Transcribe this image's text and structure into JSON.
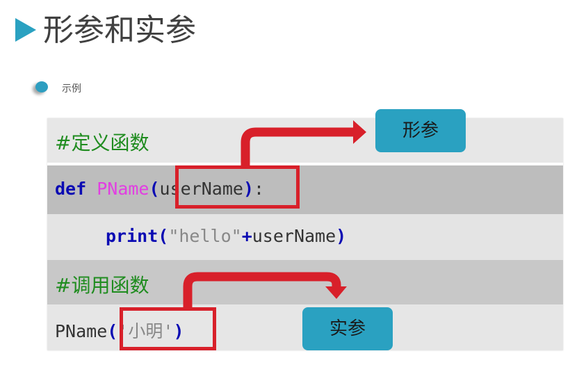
{
  "slide": {
    "title": "形参和实参",
    "bullet": "示例"
  },
  "code": {
    "comment_define": "#定义函数",
    "line_def": {
      "kw": "def",
      "fn": "PName",
      "open": "(",
      "param": "userName",
      "close": ")",
      "colon": ":"
    },
    "line_print": {
      "kw": "print",
      "open": "(",
      "str": "\"hello\"",
      "plus": "+",
      "var": "userName",
      "close": ")"
    },
    "comment_call": "#调用函数",
    "line_call": {
      "fn": "PName",
      "open": "(",
      "arg": "'小明'",
      "close": ")"
    }
  },
  "labels": {
    "formal": "形参",
    "actual": "实参"
  },
  "colors": {
    "accent": "#2aa1c1",
    "highlight_red": "#d8202a",
    "comment_green": "#1f8c1f",
    "keyword_blue": "#0b0bb3",
    "function_pink": "#e23ee2"
  }
}
